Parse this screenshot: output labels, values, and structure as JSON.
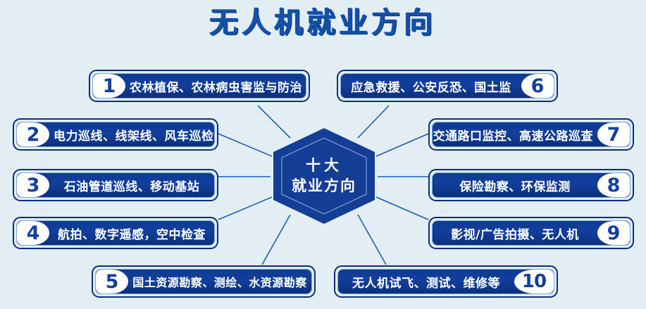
{
  "title": "无人机就业方向",
  "center": {
    "line1": "十大",
    "line2": "就业方向"
  },
  "colors": {
    "background": "#e3eef4",
    "title": "#1450a8",
    "box_fill": "#123f9c",
    "box_border": "#0c2f7a",
    "box_inner_border": "#7ea8d8",
    "badge_bg": "#ffffff",
    "badge_text": "#123f9c",
    "label_text": "#ffffff",
    "connector_line": "#1b5fae"
  },
  "items": [
    {
      "number": "1",
      "label": "农林植保、农林病虫害监与防治",
      "side": "left"
    },
    {
      "number": "2",
      "label": "电力巡线、线架线、风车巡检",
      "side": "left"
    },
    {
      "number": "3",
      "label": "石油管道巡线、移动基站",
      "side": "left"
    },
    {
      "number": "4",
      "label": "航拍、数字遥感，空中检查",
      "side": "left"
    },
    {
      "number": "5",
      "label": "国土资源勘察、测绘、水资源勘察",
      "side": "left"
    },
    {
      "number": "6",
      "label": "应急救援、公安反恐、国土监",
      "side": "right"
    },
    {
      "number": "7",
      "label": "交通路口监控、高速公路巡查",
      "side": "right"
    },
    {
      "number": "8",
      "label": "保险勘察、环保监测",
      "side": "right"
    },
    {
      "number": "9",
      "label": "影视/广告拍摄、无人机",
      "side": "right"
    },
    {
      "number": "10",
      "label": "无人机试飞、测试、维修等",
      "side": "right"
    }
  ]
}
